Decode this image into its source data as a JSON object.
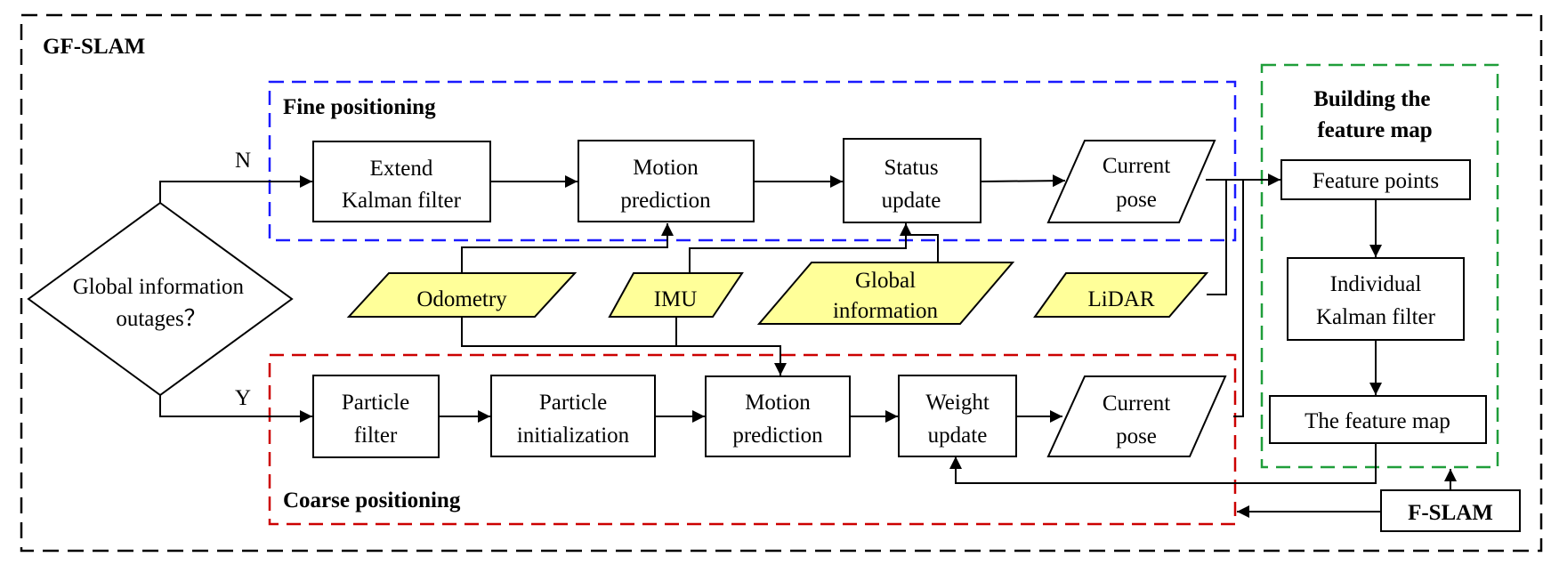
{
  "title": "GF-SLAM",
  "regions": {
    "fine": "Fine positioning",
    "coarse": "Coarse positioning",
    "map": [
      "Building the",
      "feature map"
    ]
  },
  "decision": {
    "lines": [
      "Global information",
      "outages？"
    ],
    "yes": "Y",
    "no": "N"
  },
  "fine_nodes": {
    "ekf": [
      "Extend",
      "Kalman filter"
    ],
    "motion": [
      "Motion",
      "prediction"
    ],
    "status": [
      "Status",
      "update"
    ],
    "pose": [
      "Current",
      "pose"
    ]
  },
  "coarse_nodes": {
    "pf": [
      "Particle",
      "filter"
    ],
    "init": [
      "Particle",
      "initialization"
    ],
    "motion": [
      "Motion",
      "prediction"
    ],
    "weight": [
      "Weight",
      "update"
    ],
    "pose": [
      "Current",
      "pose"
    ]
  },
  "sensors": {
    "odometry": [
      "Odometry"
    ],
    "imu": [
      "IMU"
    ],
    "global": [
      "Global",
      "information"
    ],
    "lidar": [
      "LiDAR"
    ]
  },
  "map_nodes": {
    "points": [
      "Feature points"
    ],
    "ikf": [
      "Individual",
      "Kalman filter"
    ],
    "map": [
      "The feature map"
    ]
  },
  "fslam": "F-SLAM",
  "colors": {
    "fine_border": "#1a1aff",
    "coarse_border": "#cc0000",
    "map_border": "#1f9e3a",
    "outer_border": "#000000",
    "sensor_fill": "#ffff99"
  }
}
